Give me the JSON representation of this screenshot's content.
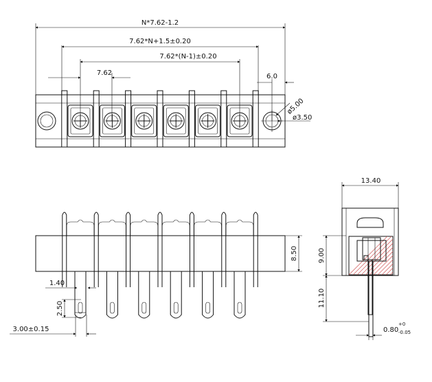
{
  "dimensions": {
    "overall_length": "N*7.62-1.2",
    "base_length": "7.62*N+1.5±0.20",
    "pitch_span": "7.62*(N-1)±0.20",
    "pitch": "7.62",
    "end_offset": "6.0",
    "mount_hole_outer": "ø5.00",
    "mount_hole_inner": "ø3.50",
    "width": "13.40",
    "body_height": "8.50",
    "top_height": "9.00",
    "pin_length": "11.10",
    "pin_thickness": "1.40",
    "pin_slot": "2.50",
    "pin_width": "3.00±0.15",
    "pin_side_main": "0.80",
    "pin_side_tol_upper": "+0",
    "pin_side_tol_lower": "-0.05"
  },
  "positions": 6
}
